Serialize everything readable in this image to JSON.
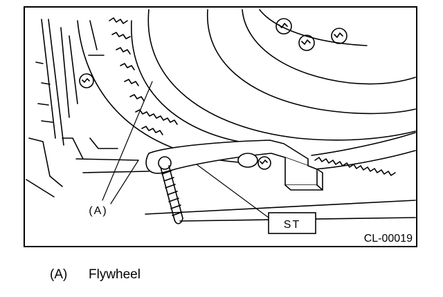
{
  "figure": {
    "label_a": "(A)",
    "label_st": "ST",
    "figure_code": "CL-00019"
  },
  "caption": {
    "key": "(A)",
    "text": "Flywheel"
  }
}
